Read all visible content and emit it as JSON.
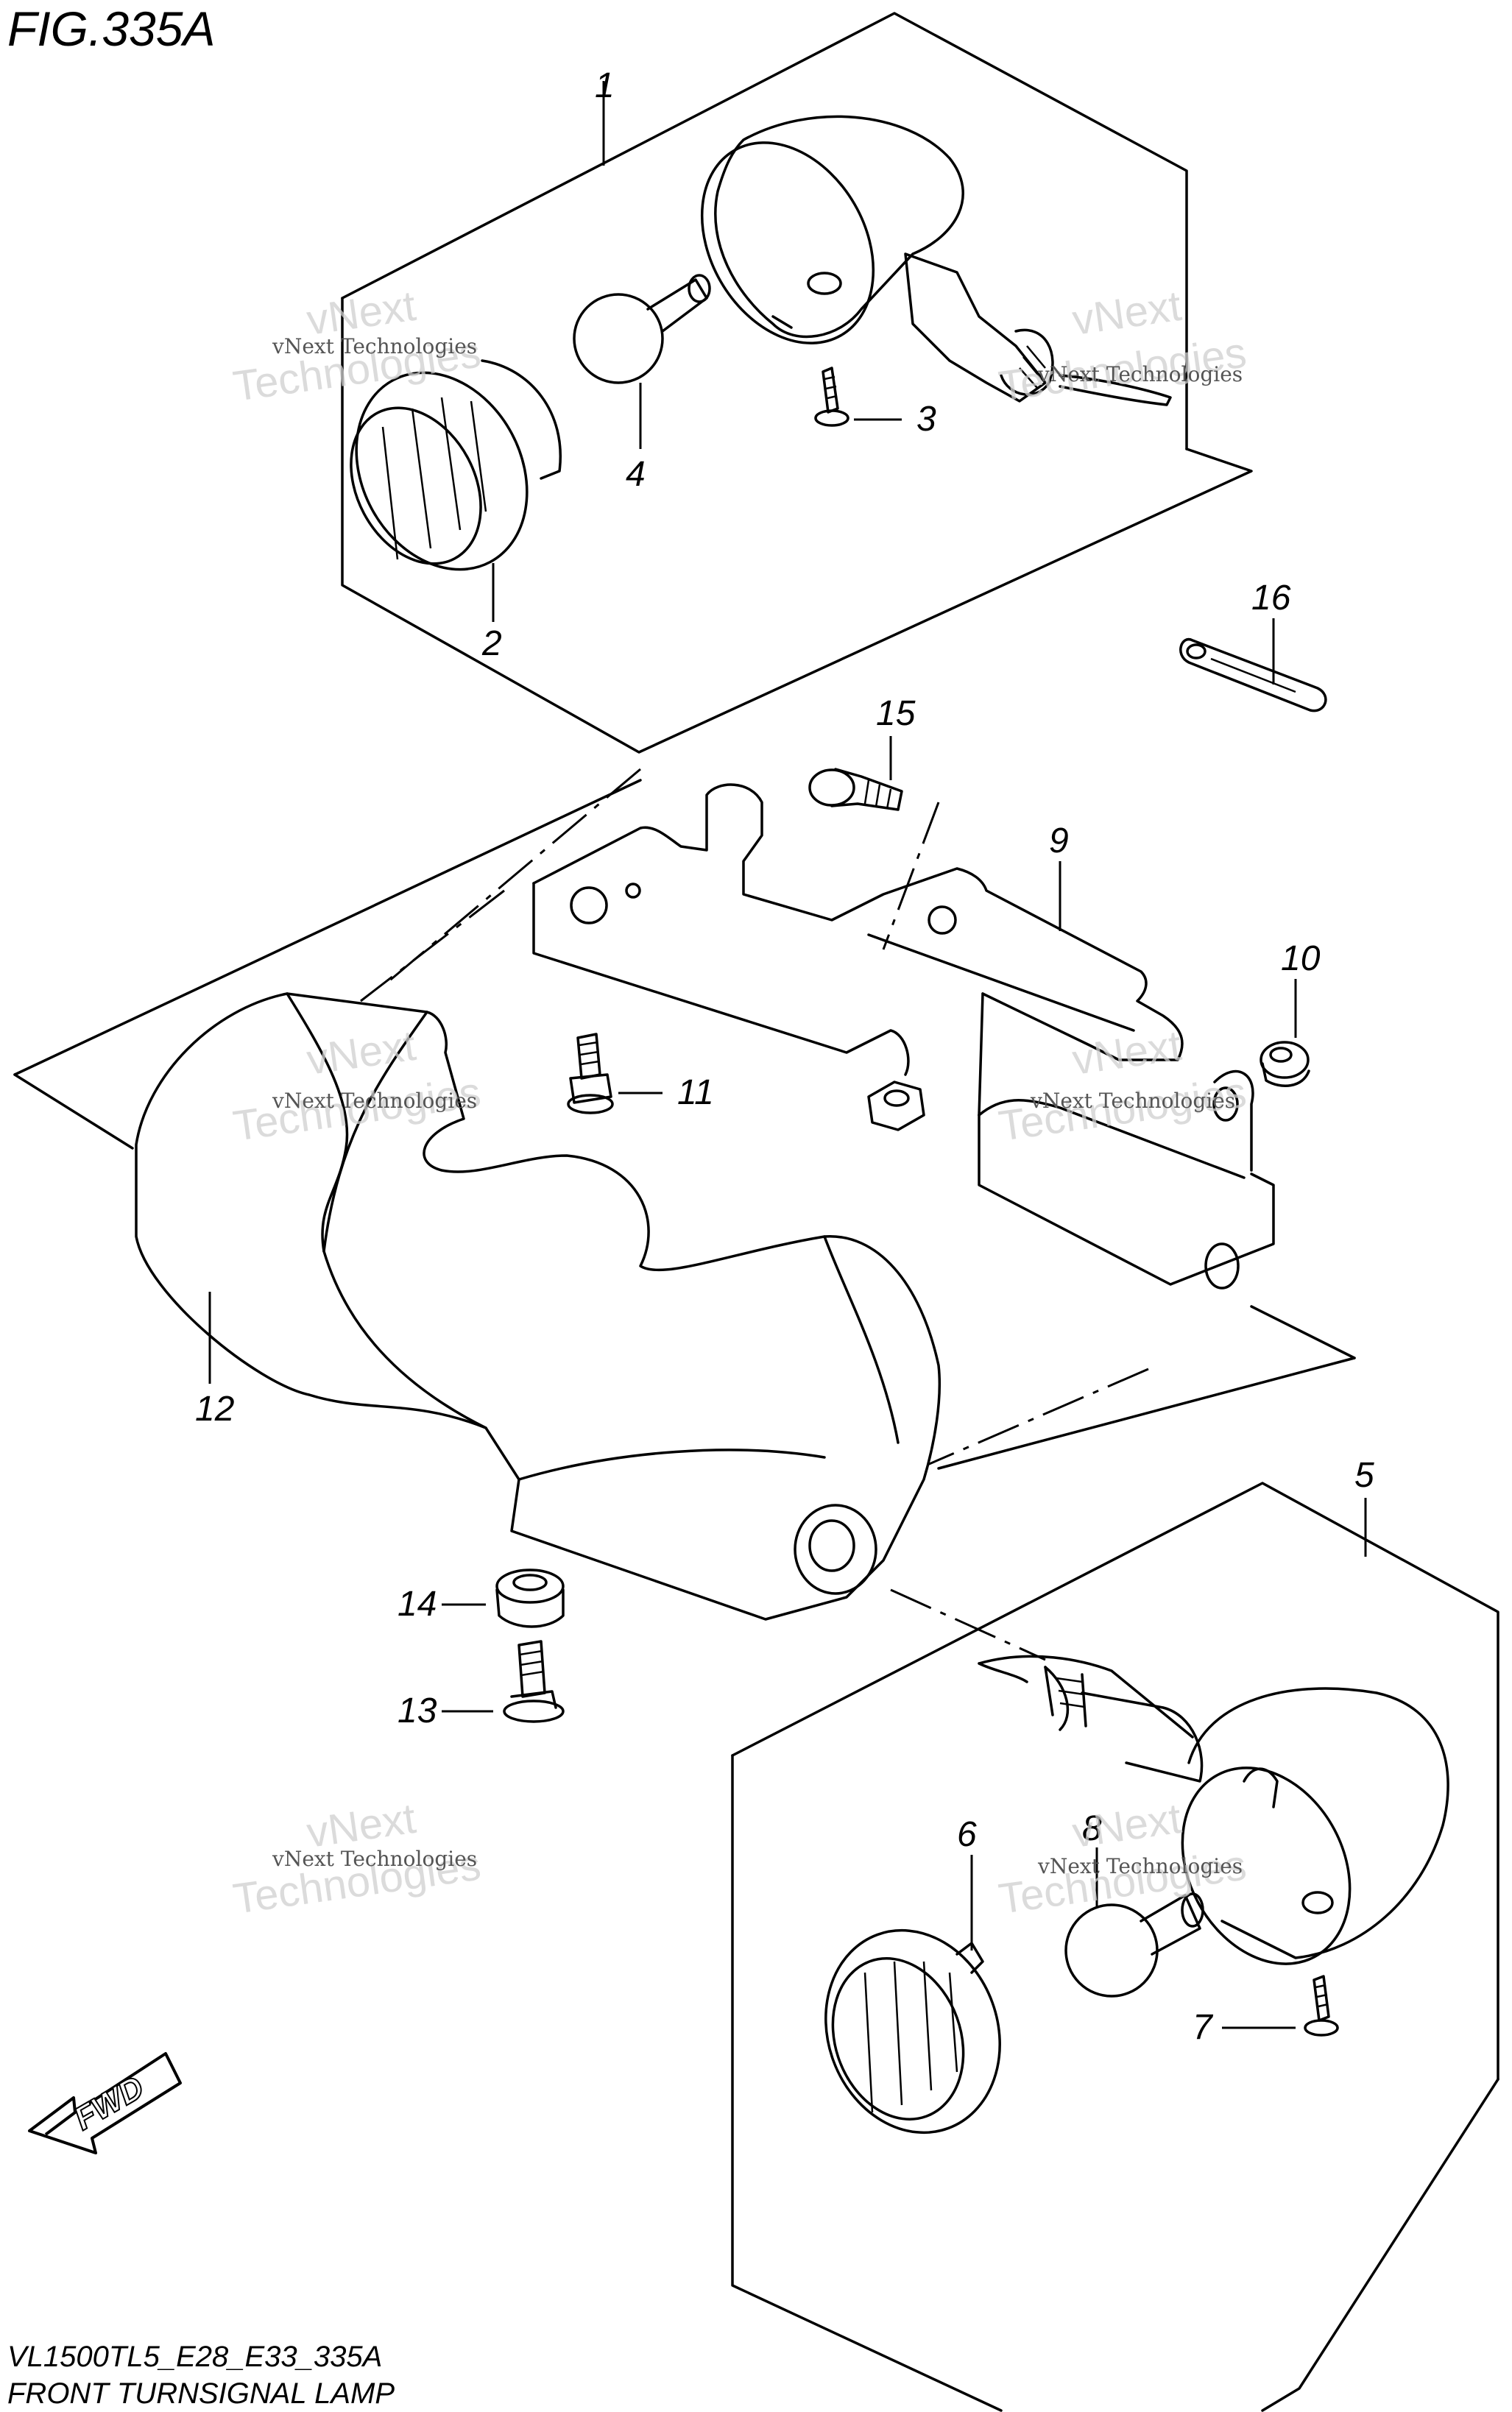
{
  "title": "FIG.335A",
  "footer": {
    "model_code": "VL1500TL5_E28_E33_335A",
    "caption": "FRONT TURNSIGNAL LAMP"
  },
  "direction_badge": "FWD",
  "watermark": {
    "small": "vNext Technologies",
    "big_line1": "vNext",
    "big_line2": "Technologies"
  },
  "callouts": [
    "1",
    "2",
    "3",
    "4",
    "5",
    "6",
    "7",
    "8",
    "9",
    "10",
    "11",
    "12",
    "13",
    "14",
    "15",
    "16"
  ],
  "colors": {
    "ink": "#000000",
    "background": "#ffffff",
    "watermark": "#cfcfcf"
  }
}
